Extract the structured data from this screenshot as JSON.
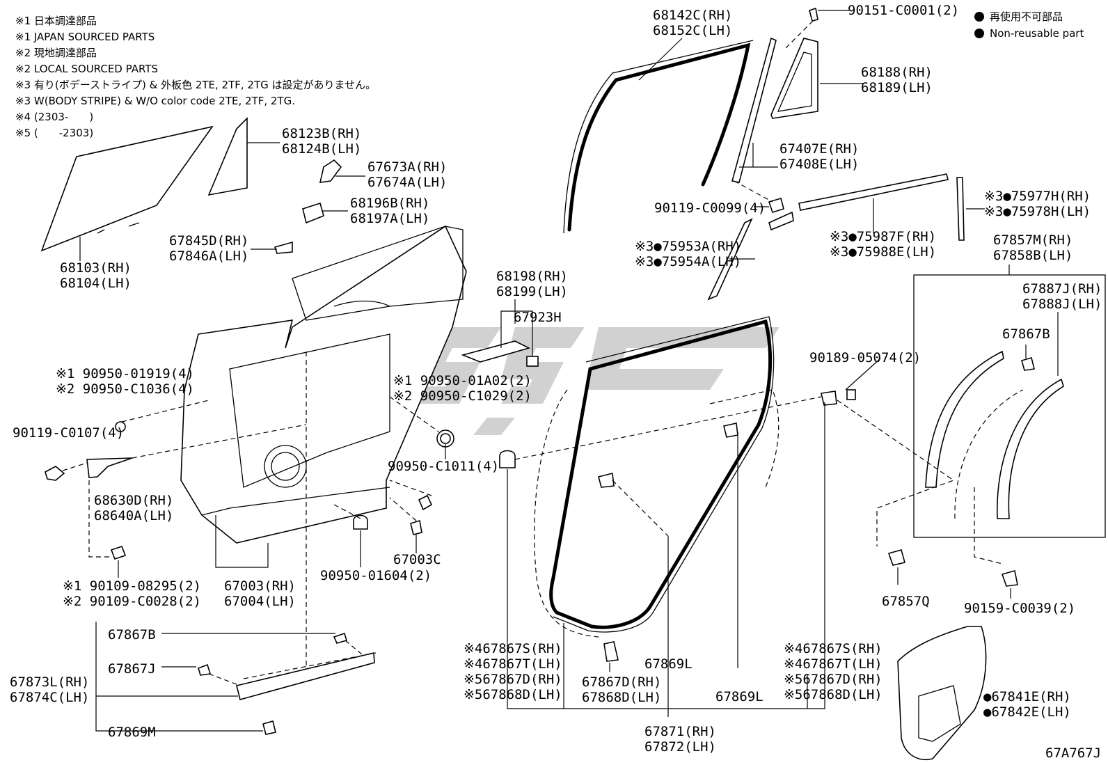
{
  "notes": {
    "n1_jp": "※1 日本調達部品",
    "n1_en": "※1 JAPAN SOURCED PARTS",
    "n2_jp": "※2 現地調達部品",
    "n2_en": "※2 LOCAL SOURCED PARTS",
    "n3_jp": "※3 有り(ボデーストライプ) & 外板色 2TE, 2TF, 2TG は設定がありません。",
    "n3_en": "※3 W(BODY STRIPE) & W/O color code 2TE, 2TF, 2TG.",
    "n4": "※4 (2303-　　)",
    "n5": "※5 (　　-2303)"
  },
  "legend": {
    "jp": "再使用不可部品",
    "en": "Non-reusable part"
  },
  "diagram_code": "67A767J",
  "labels": {
    "p68103": [
      "68103(RH)",
      "68104(LH)"
    ],
    "p68123": [
      "68123B(RH)",
      "68124B(LH)"
    ],
    "p67673": [
      "67673A(RH)",
      "67674A(LH)"
    ],
    "p68196": [
      "68196B(RH)",
      "68197A(LH)"
    ],
    "p67845": [
      "67845D(RH)",
      "67846A(LH)"
    ],
    "p68198": [
      "68198(RH)",
      "68199(LH)"
    ],
    "p67923": "67923H",
    "p90950_01919": [
      "※1 90950-01919(4)",
      "※2 90950-C1036(4)"
    ],
    "p90950_01a02": [
      "※1 90950-01A02(2)",
      "※2 90950-C1029(2)"
    ],
    "p90119_c0107": "90119-C0107(4)",
    "p68630": [
      "68630D(RH)",
      "68640A(LH)"
    ],
    "p90950_c1011": "90950-C1011(4)",
    "p67003c": "67003C",
    "p90950_01604": "90950-01604(2)",
    "p90109": [
      "※1 90109-08295(2)",
      "※2 90109-C0028(2)"
    ],
    "p67003": [
      "67003(RH)",
      "67004(LH)"
    ],
    "p67867b_low": "67867B",
    "p67867j_low": "67867J",
    "p67873": [
      "67873L(RH)",
      "67874C(LH)"
    ],
    "p67869m": "67869M",
    "p68142": [
      "68142C(RH)",
      "68152C(LH)"
    ],
    "p90151": "90151-C0001(2)",
    "p68188": [
      "68188(RH)",
      "68189(LH)"
    ],
    "p67407": [
      "67407E(RH)",
      "67408E(LH)"
    ],
    "p90119_c0099": "90119-C0099(4)",
    "p75977": [
      "※3●75977H(RH)",
      "※3●75978H(LH)"
    ],
    "p75987": [
      "※3●75987F(RH)",
      "※3●75988E(LH)"
    ],
    "p75953": [
      "※3●75953A(RH)",
      "※3●75954A(LH)"
    ],
    "p67857m": [
      "67857M(RH)",
      "67858B(LH)"
    ],
    "p67887": [
      "67887J(RH)",
      "67888J(LH)"
    ],
    "p67867b_up": "67867B",
    "p90189": "90189-05074(2)",
    "p67857q": "67857Q",
    "p90159": "90159-C0039(2)",
    "p67867_left": [
      "※467867S(RH)",
      "※467867T(LH)",
      "※567867D(RH)",
      "※567868D(LH)"
    ],
    "p67867d_mid": [
      "67867D(RH)",
      "67868D(LH)"
    ],
    "p67869l_a": "67869L",
    "p67869l_b": "67869L",
    "p67867_right": [
      "※467867S(RH)",
      "※467867T(LH)",
      "※567867D(RH)",
      "※567868D(LH)"
    ],
    "p67871": [
      "67871(RH)",
      "67872(LH)"
    ],
    "p67841": [
      "●67841E(RH)",
      "●67842E(LH)"
    ]
  }
}
